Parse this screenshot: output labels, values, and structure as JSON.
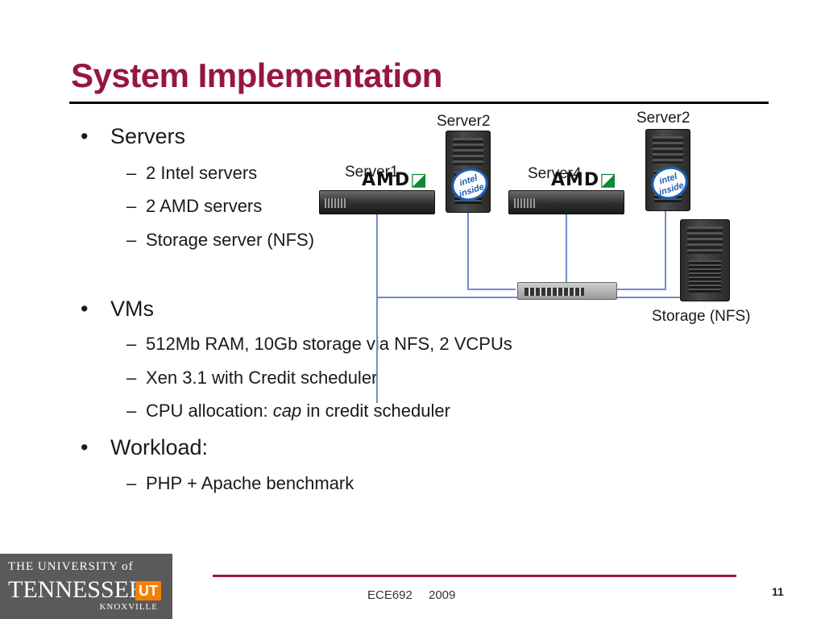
{
  "title": "System Implementation",
  "bullets": [
    {
      "text": "Servers",
      "subs": [
        "2 Intel servers",
        "2 AMD servers",
        "Storage server (NFS)"
      ]
    },
    {
      "text": "VMs",
      "subs": [
        "512Mb RAM, 10Gb storage via NFS, 2 VCPUs",
        "Xen 3.1  with Credit scheduler",
        "CPU allocation:"
      ]
    },
    {
      "text": "Workload:",
      "subs": [
        "PHP + Apache benchmark"
      ]
    }
  ],
  "cpu_allocation_italic": "cap",
  "cpu_allocation_rest": " in credit scheduler",
  "bullet_glyph": "•",
  "sub_glyph": "–",
  "diagram": {
    "server1_label": "Server1",
    "server2_label_a": "Server2",
    "server4_label": "Server4",
    "server2_label_b": "Server2",
    "storage_label": "Storage (NFS)",
    "amd_text": "AMD",
    "amd_arrow": "◪",
    "intel_line1": "intel",
    "intel_line2": "inside"
  },
  "logo": {
    "line1": "THE UNIVERSITY of",
    "line2": "TENNESSEE",
    "ut": "UT",
    "line3": "KNOXVILLE"
  },
  "footer": {
    "course": "ECE692",
    "year": "2009",
    "page": "11"
  },
  "colors": {
    "title": "#96173e",
    "accent_rule": "#96173e",
    "link_lines": "#6f8ec9"
  }
}
